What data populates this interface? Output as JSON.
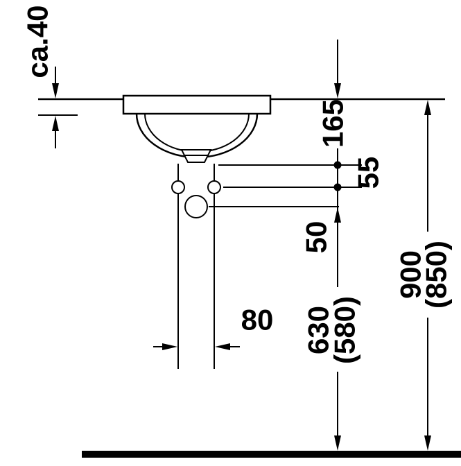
{
  "dimensions": {
    "counter_thickness": "ca.40",
    "rim_to_outlet": "165",
    "outlet_to_holes": "55",
    "holes_to_trap": "50",
    "pipe_spacing": "80",
    "trap_height": "630",
    "trap_height_alt": "(580)",
    "rim_height": "900",
    "rim_height_alt": "(850)"
  }
}
